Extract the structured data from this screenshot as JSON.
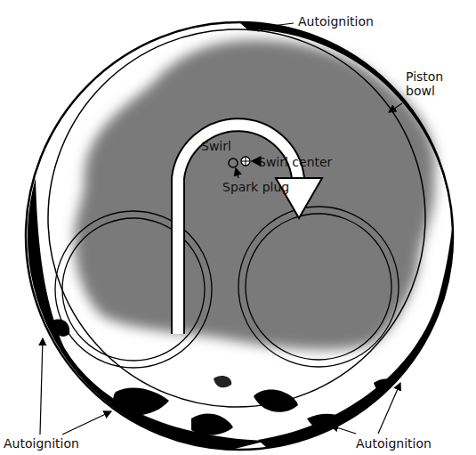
{
  "diagram": {
    "labels": [
      "Autoignition",
      "Piston bowl",
      "Swirl",
      "Swirl center",
      "Spark plug",
      "Autoignition",
      "Autoignition"
    ]
  }
}
